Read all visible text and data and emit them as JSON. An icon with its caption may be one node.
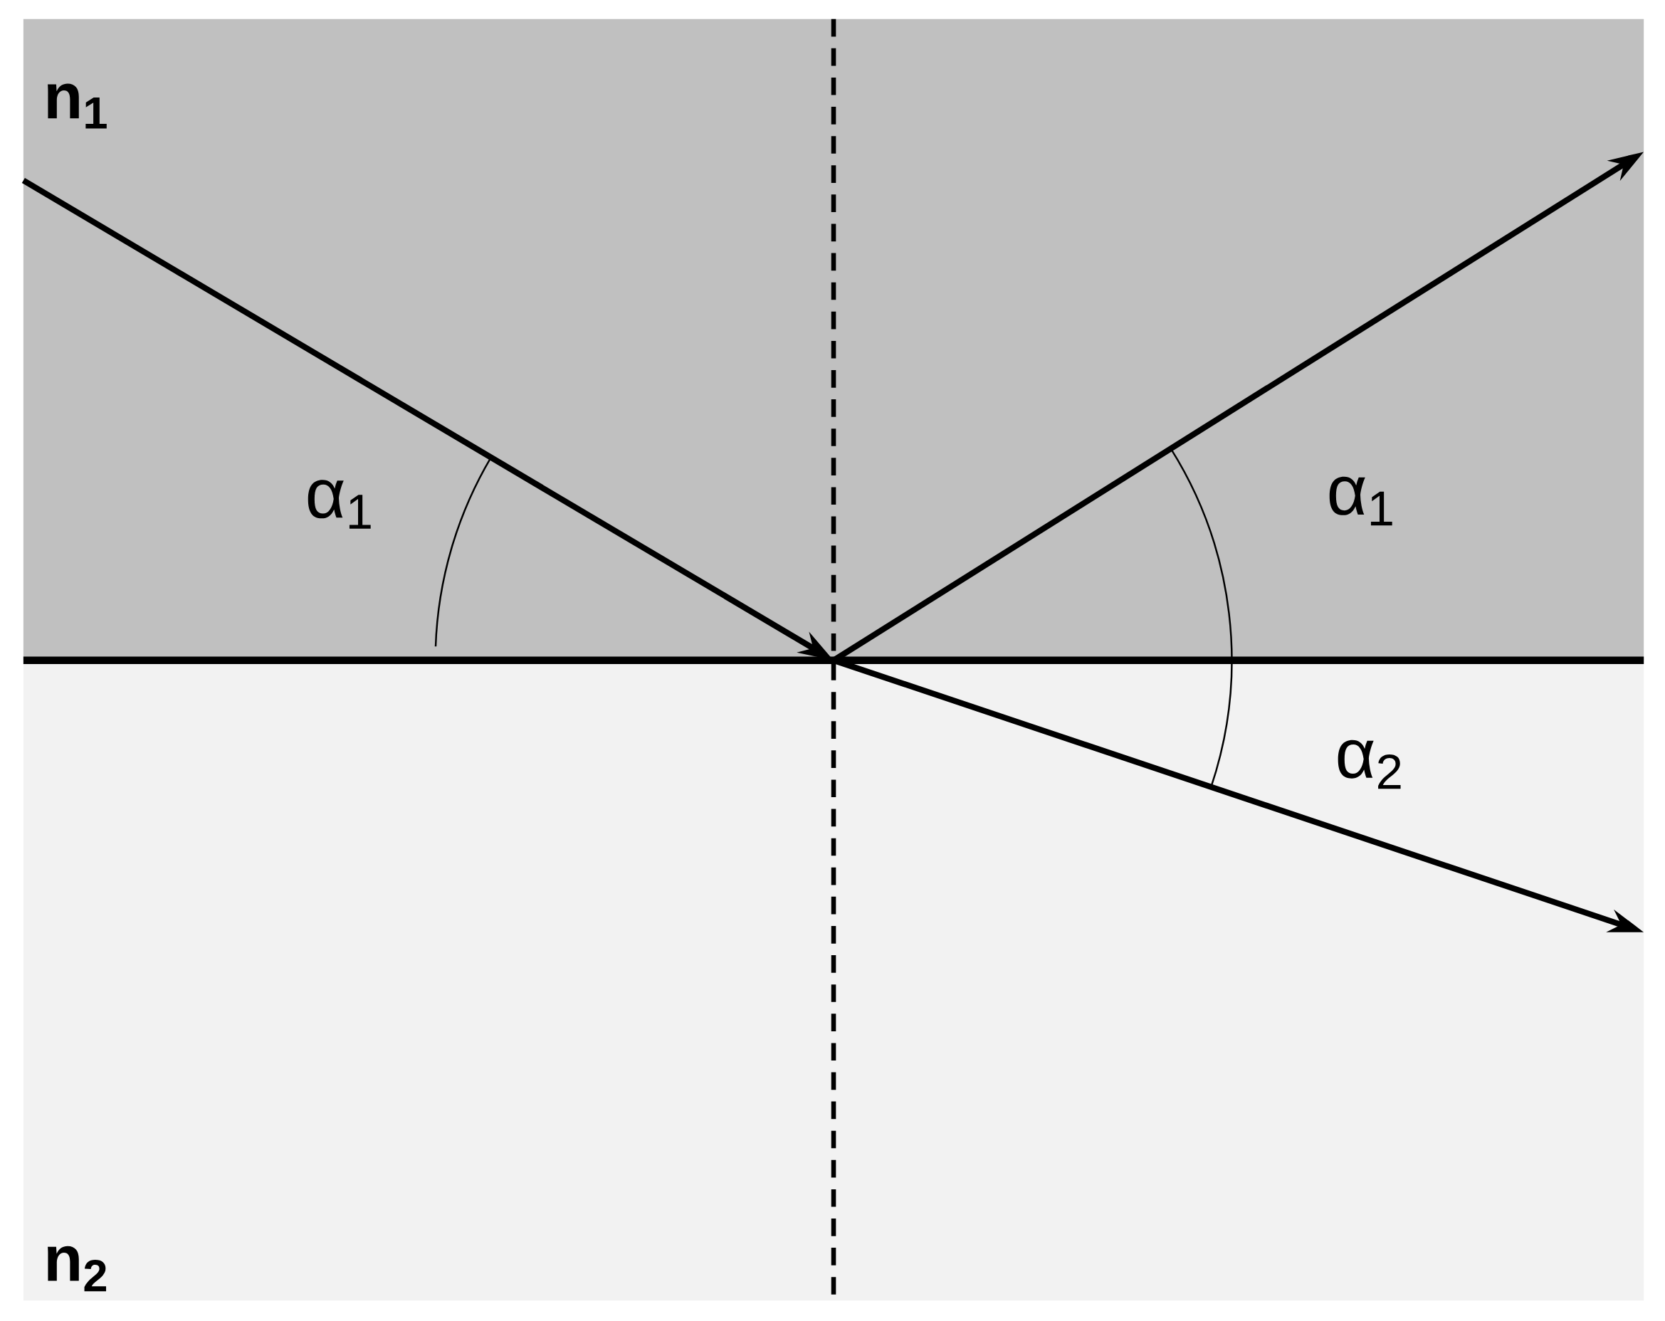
{
  "diagram": {
    "labels": [
      "n$_{1}$",
      "α$_{1}$",
      "α$_{1}$",
      "α$_{2}$",
      "n$_{2}$"
    ]
  }
}
